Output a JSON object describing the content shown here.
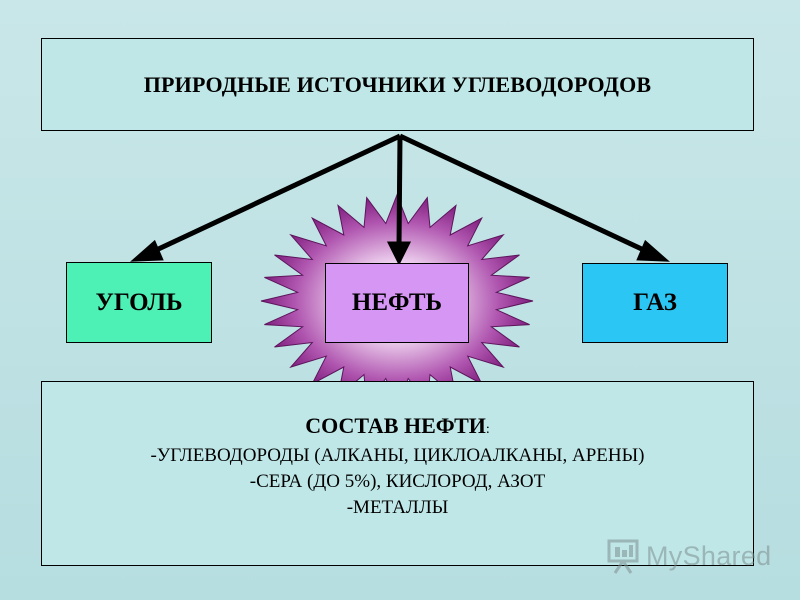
{
  "title": "ПРИРОДНЫЕ ИСТОЧНИКИ УГЛЕВОДОРОДОВ",
  "sources": {
    "coal": "УГОЛЬ",
    "oil": "НЕФТЬ",
    "gas": "ГАЗ"
  },
  "composition": {
    "heading": "СОСТАВ НЕФТИ",
    "heading_suffix": ":",
    "lines": [
      "-УГЛЕВОДОРОДЫ (АЛКАНЫ, ЦИКЛОАЛКАНЫ, АРЕНЫ)",
      "-СЕРА (ДО 5%), КИСЛОРОД, АЗОТ",
      "-МЕТАЛЛЫ"
    ]
  },
  "watermark": {
    "text": "MyShared",
    "icon": "presentation-board-icon"
  },
  "colors": {
    "background": "#c9e7e8",
    "box_fill": "#bfe7e7",
    "coal": "#4df0b5",
    "oil": "#d596f4",
    "gas": "#2bc6f4",
    "starburst": "#8e2a8c"
  }
}
